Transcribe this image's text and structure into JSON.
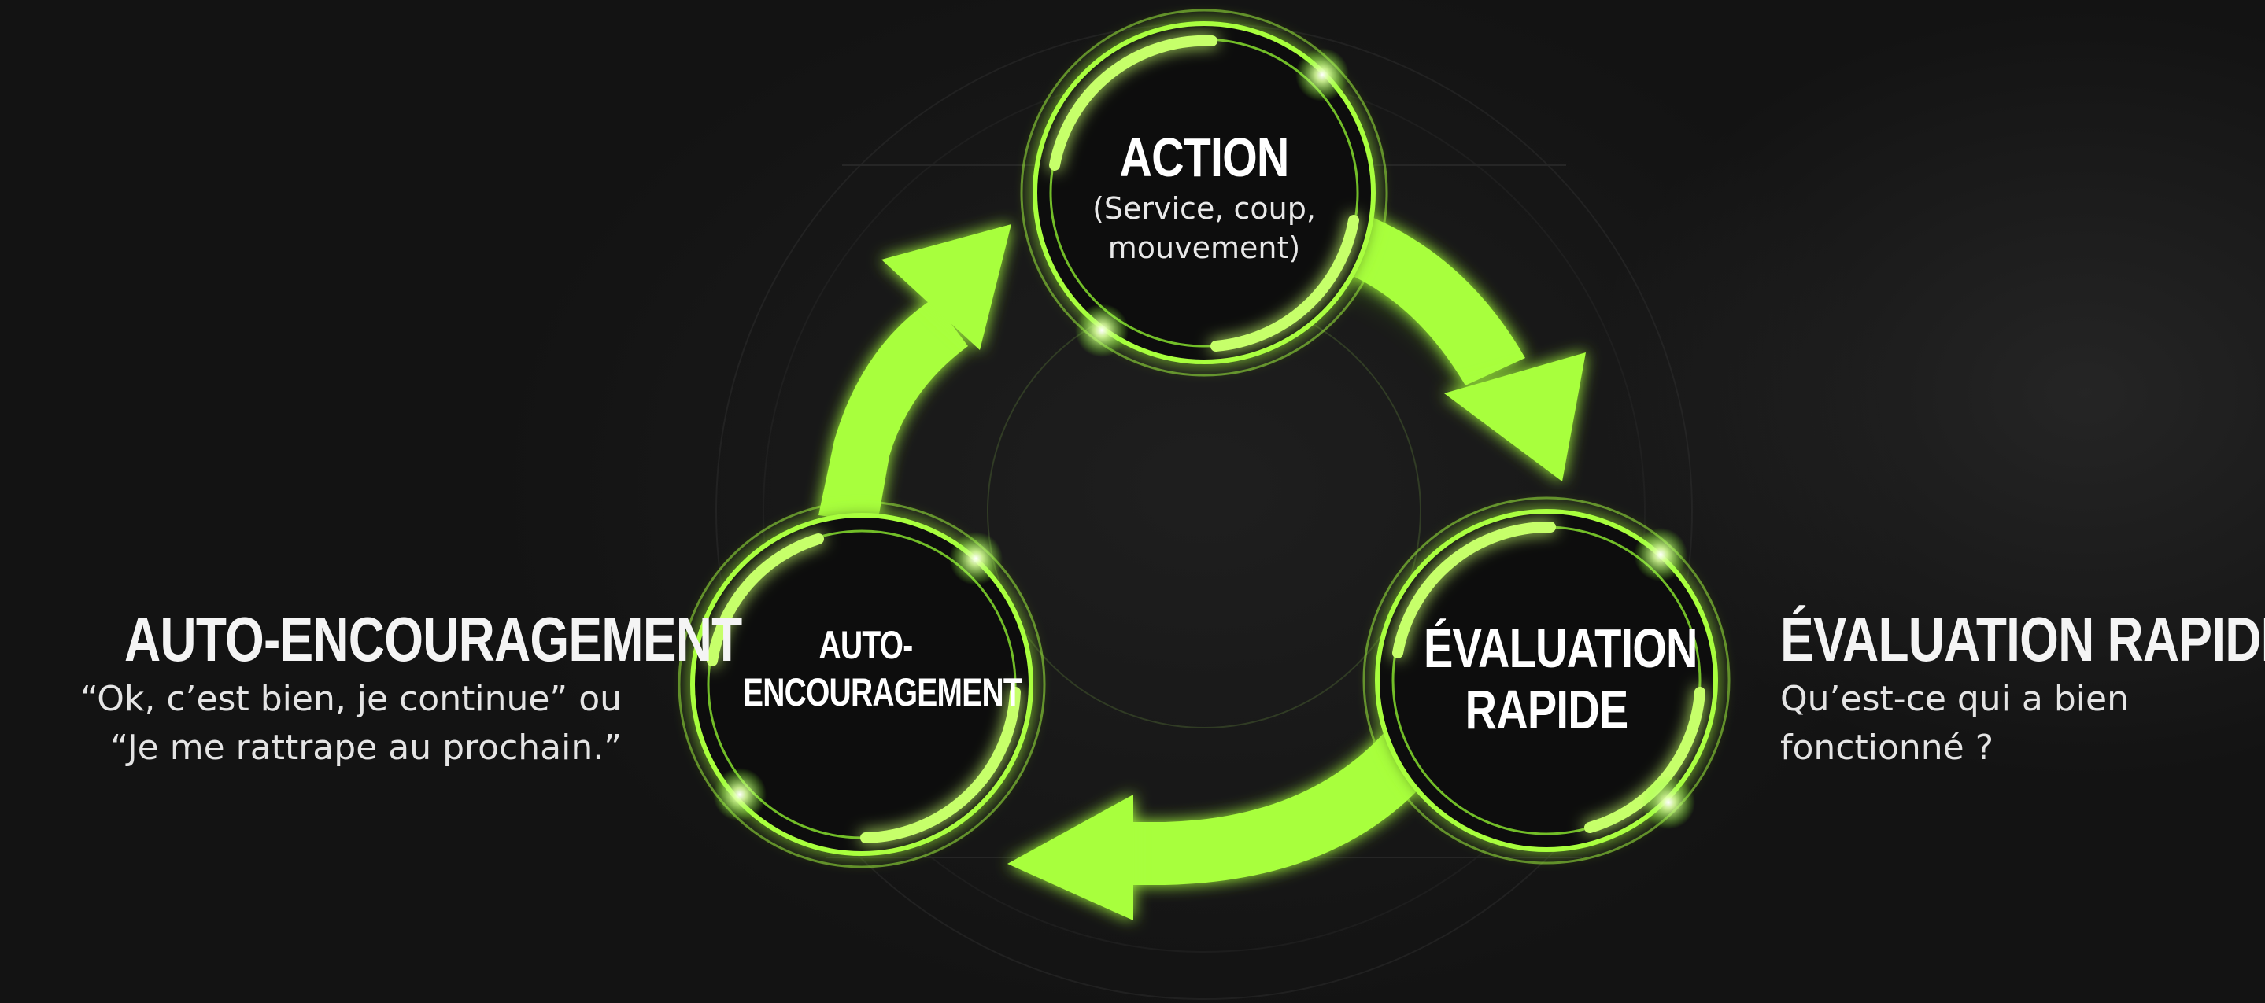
{
  "colors": {
    "background": "#131313",
    "accent": "#a8ff3c",
    "accent_glow": "#7dff1f",
    "text": "#ffffff"
  },
  "cycle": {
    "nodes": [
      {
        "id": "action",
        "title": "ACTION",
        "subtitle_lines": [
          "(Service, coup,",
          "mouvement)"
        ]
      },
      {
        "id": "evaluation",
        "title_lines": [
          "ÉVALUATION",
          "RAPIDE"
        ]
      },
      {
        "id": "auto",
        "title_lines": [
          "AUTO-",
          "ENCOURAGEMENT"
        ]
      }
    ],
    "arrows": [
      {
        "from": "action",
        "to": "evaluation"
      },
      {
        "from": "evaluation",
        "to": "auto"
      },
      {
        "from": "auto",
        "to": "action"
      }
    ]
  },
  "left_panel": {
    "title": "AUTO-ENCOURAGEMENT",
    "lines": [
      "“Ok, c’est bien, je continue” ou",
      "“Je me rattrape au prochain.”"
    ]
  },
  "right_panel": {
    "title": "ÉVALUATION RAPIDE",
    "lines": [
      "Qu’est-ce qui a bien",
      "fonctionné ?"
    ]
  }
}
